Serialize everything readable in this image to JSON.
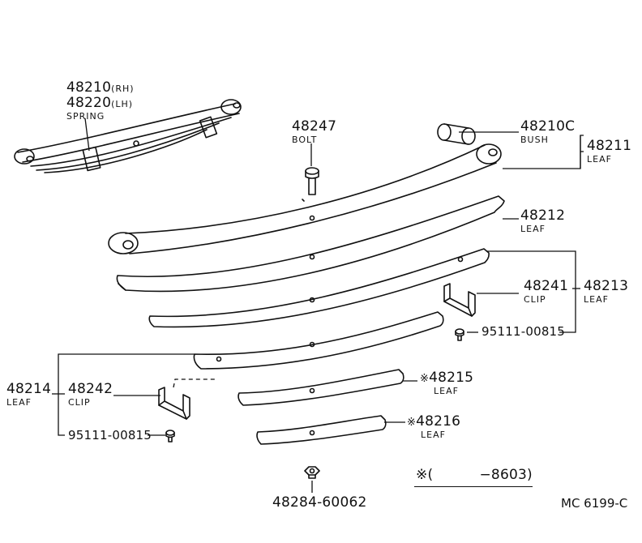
{
  "callouts": {
    "spring": {
      "part_rh": "48210",
      "suffix_rh": "(RH)",
      "part_lh": "48220",
      "suffix_lh": "(LH)",
      "name": "SPRING"
    },
    "bolt": {
      "part": "48247",
      "name": "BOLT"
    },
    "bush": {
      "part": "48210C",
      "name": "BUSH"
    },
    "leaf_48211": {
      "part": "48211",
      "name": "LEAF"
    },
    "leaf_48212": {
      "part": "48212",
      "name": "LEAF"
    },
    "clip_48241": {
      "part": "48241",
      "name": "CLIP"
    },
    "leaf_48213": {
      "part": "48213",
      "name": "LEAF"
    },
    "screw_right": {
      "part": "95111-00815"
    },
    "leaf_48214": {
      "part": "48214",
      "name": "LEAF"
    },
    "clip_48242": {
      "part": "48242",
      "name": "CLIP"
    },
    "screw_left": {
      "part": "95111-00815"
    },
    "leaf_48215": {
      "mark": "※",
      "part": "48215",
      "name": "LEAF"
    },
    "leaf_48216": {
      "mark": "※",
      "part": "48216",
      "name": "LEAF"
    },
    "nut": {
      "part": "48284-60062"
    }
  },
  "footnote": "※(　　　 −8603)",
  "catalog_code": "MC 6199-C"
}
